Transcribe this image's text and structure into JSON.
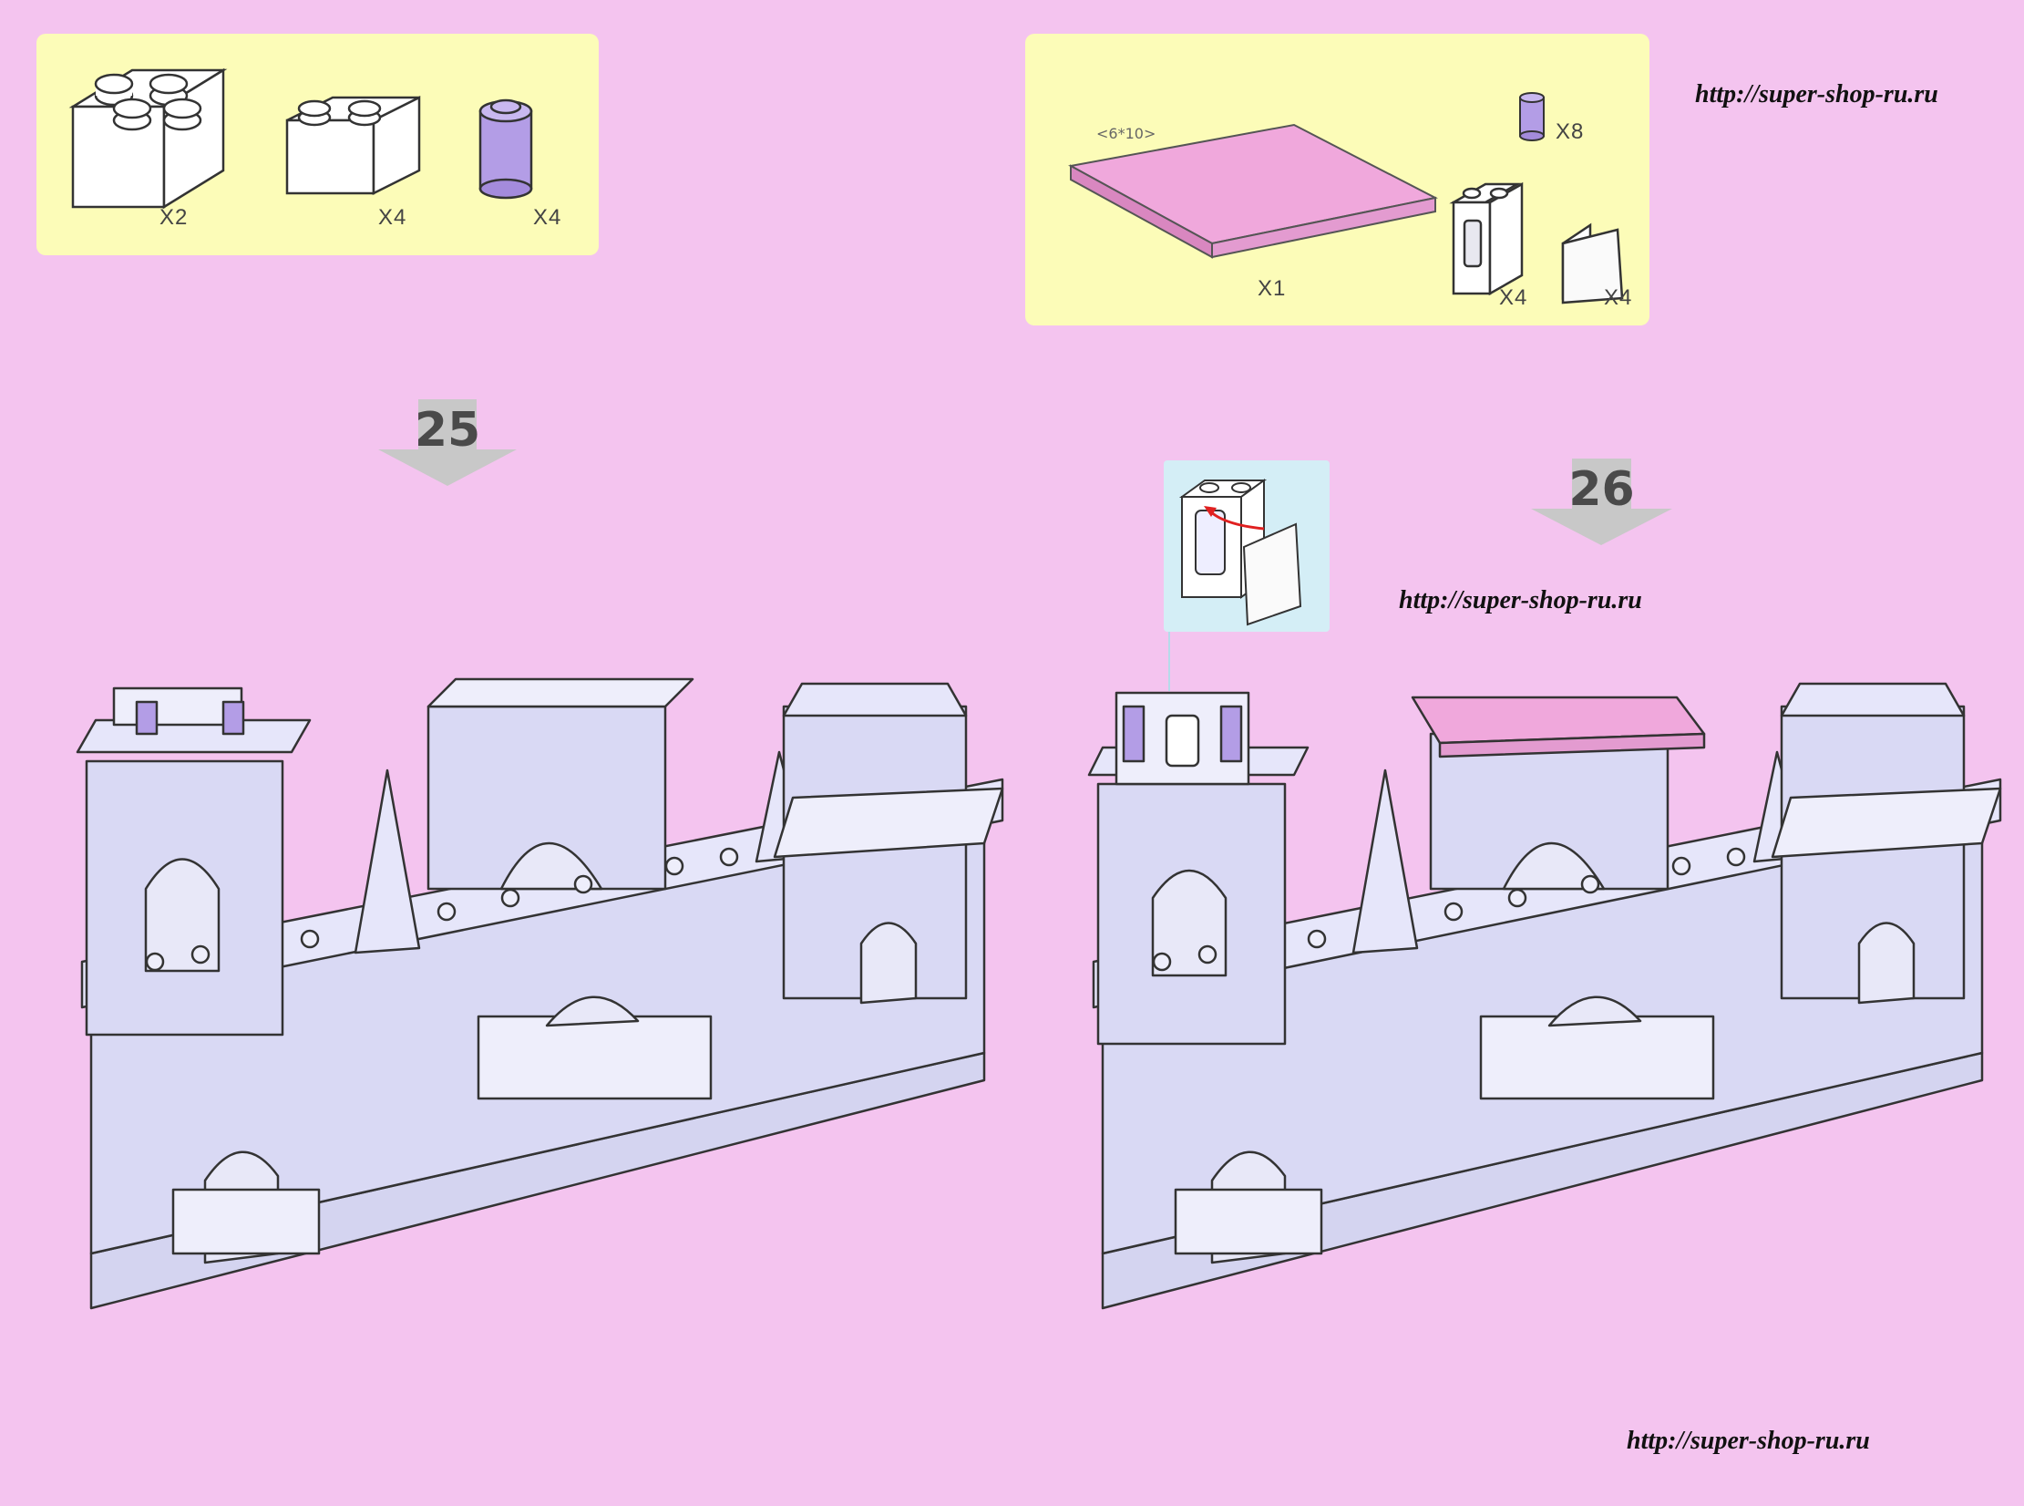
{
  "parts_left": {
    "qty_2x2": "X2",
    "qty_2x4": "X4",
    "qty_round": "X4"
  },
  "parts_right": {
    "plate_label": "<6*10>",
    "qty_plate": "X1",
    "qty_round": "X8",
    "qty_window_frame": "X4",
    "qty_window_pane": "X4"
  },
  "steps": {
    "step_a": "25",
    "step_b": "26"
  },
  "watermarks": {
    "top_right": "http://super-shop-ru.ru",
    "middle": "http://super-shop-ru.ru",
    "bottom": "http://super-shop-ru.ru"
  },
  "colors": {
    "page_background": "#f4c4ef",
    "parts_box": "#fcfcb8",
    "callout_box": "#d4eef6",
    "brick_lavender": "#d9d9f4",
    "roof_plate_pink": "#f0a8dc",
    "round_purple": "#b39de6",
    "arrow_gray": "#c8c8c8",
    "highlight_red": "#e02020"
  },
  "icons": [
    "brick-2x2-icon",
    "brick-2x4-icon",
    "round-brick-icon",
    "plate-6x10-icon",
    "window-frame-icon",
    "window-pane-icon",
    "step-arrow-icon"
  ]
}
